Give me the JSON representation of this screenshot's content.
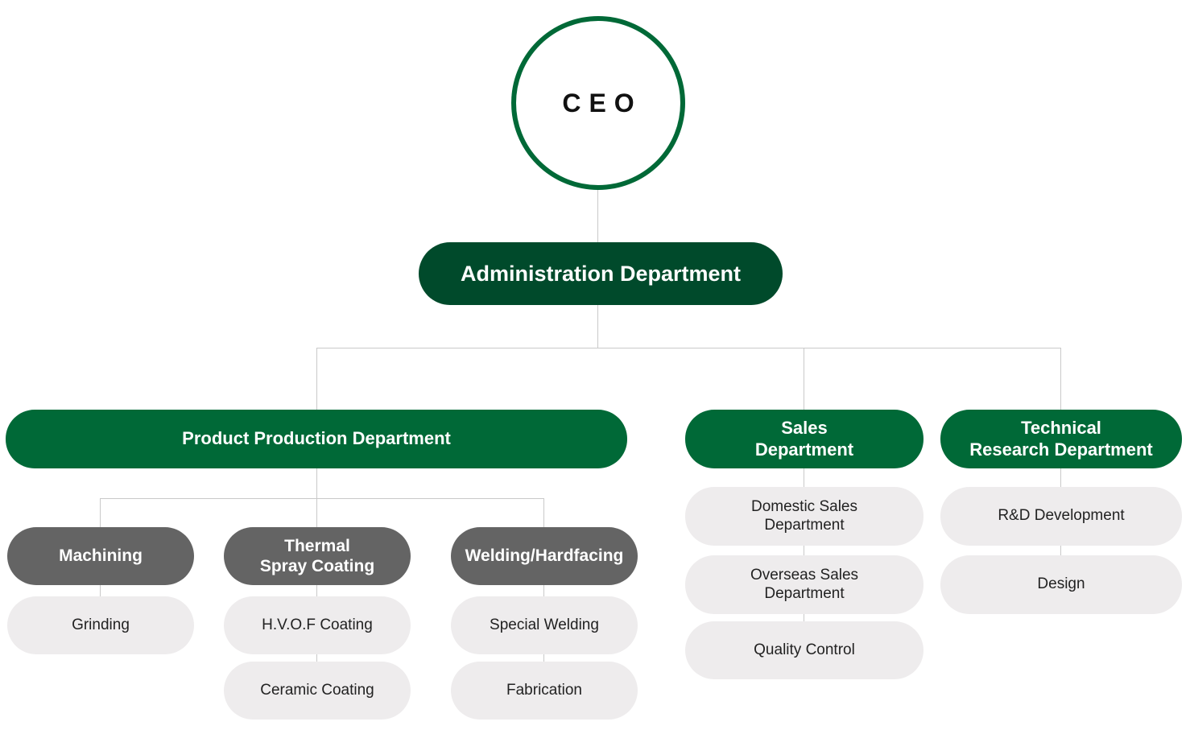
{
  "ceo": {
    "label": "CEO"
  },
  "administration": {
    "label": "Administration Department"
  },
  "production": {
    "label": "Product Production Department",
    "machining": {
      "label": "Machining",
      "units": [
        "Grinding"
      ]
    },
    "thermal_spray": {
      "label": "Thermal\nSpray Coating",
      "units": [
        "H.V.O.F Coating",
        "Ceramic Coating"
      ]
    },
    "welding": {
      "label": "Welding/Hardfacing",
      "units": [
        "Special Welding",
        "Fabrication"
      ]
    }
  },
  "sales": {
    "label": "Sales\nDepartment",
    "units": [
      "Domestic Sales\nDepartment",
      "Overseas Sales\nDepartment",
      "Quality Control"
    ]
  },
  "technical": {
    "label": "Technical\nResearch Department",
    "units": [
      "R&D Development",
      "Design"
    ]
  },
  "colors": {
    "ceo_ring": "#006937",
    "admin": "#004a2b",
    "department": "#006937",
    "team": "#646464",
    "unit": "#eeeced",
    "connector": "#c9c9c9"
  }
}
